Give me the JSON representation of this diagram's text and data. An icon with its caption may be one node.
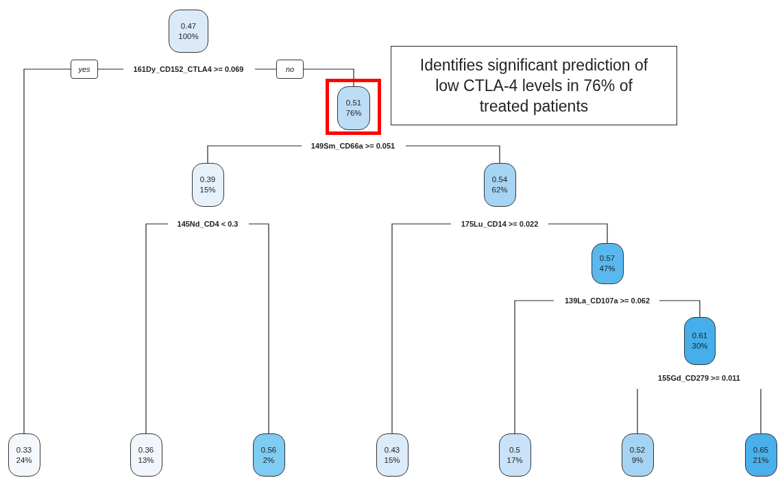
{
  "diagram": {
    "nodes": [
      {
        "text": [
          "0.47",
          "100%",
          "161Dy_CD152_CTLA4 >= 0.069"
        ]
      },
      {
        "text": [
          "0.33",
          "24%"
        ]
      },
      {
        "text": [
          "0.51",
          "76%",
          "149Sm_CD66a >= 0.051"
        ]
      },
      {
        "text": [
          "0.39",
          "15%",
          "145Nd_CD4 < 0.3"
        ]
      },
      {
        "text": [
          "0.36",
          "13%"
        ]
      },
      {
        "text": [
          "0.56",
          "2%"
        ]
      },
      {
        "text": [
          "0.54",
          "62%",
          "175Lu_CD14 >= 0.022"
        ]
      },
      {
        "text": [
          "0.43",
          "15%"
        ]
      },
      {
        "text": [
          "0.57",
          "47%",
          "139La_CD107a >= 0.062"
        ]
      },
      {
        "text": [
          "0.5",
          "17%"
        ]
      },
      {
        "text": [
          "0.61",
          "30%",
          "155Gd_CD279 >= 0.011"
        ]
      },
      {
        "text": [
          "0.52",
          "9%"
        ]
      },
      {
        "text": [
          "0.65",
          "21%"
        ]
      },
      {
        "text": [
          "Identifies significant prediction of low CTLA-4 levels in 76% of treated patients"
        ]
      }
    ],
    "edges": [
      {
        "from": 0,
        "to": 1,
        "arrow": "none",
        "label": "yes"
      },
      {
        "from": 0,
        "to": 2,
        "arrow": "none",
        "label": "no"
      },
      {
        "from": 2,
        "to": 3,
        "arrow": "none"
      },
      {
        "from": 2,
        "to": 6,
        "arrow": "none"
      },
      {
        "from": 3,
        "to": 4,
        "arrow": "none"
      },
      {
        "from": 3,
        "to": 5,
        "arrow": "none"
      },
      {
        "from": 6,
        "to": 7,
        "arrow": "none"
      },
      {
        "from": 6,
        "to": 8,
        "arrow": "none"
      },
      {
        "from": 8,
        "to": 9,
        "arrow": "none"
      },
      {
        "from": 8,
        "to": 10,
        "arrow": "none"
      },
      {
        "from": 10,
        "to": 11,
        "arrow": "none"
      },
      {
        "from": 10,
        "to": 12,
        "arrow": "none"
      }
    ]
  }
}
